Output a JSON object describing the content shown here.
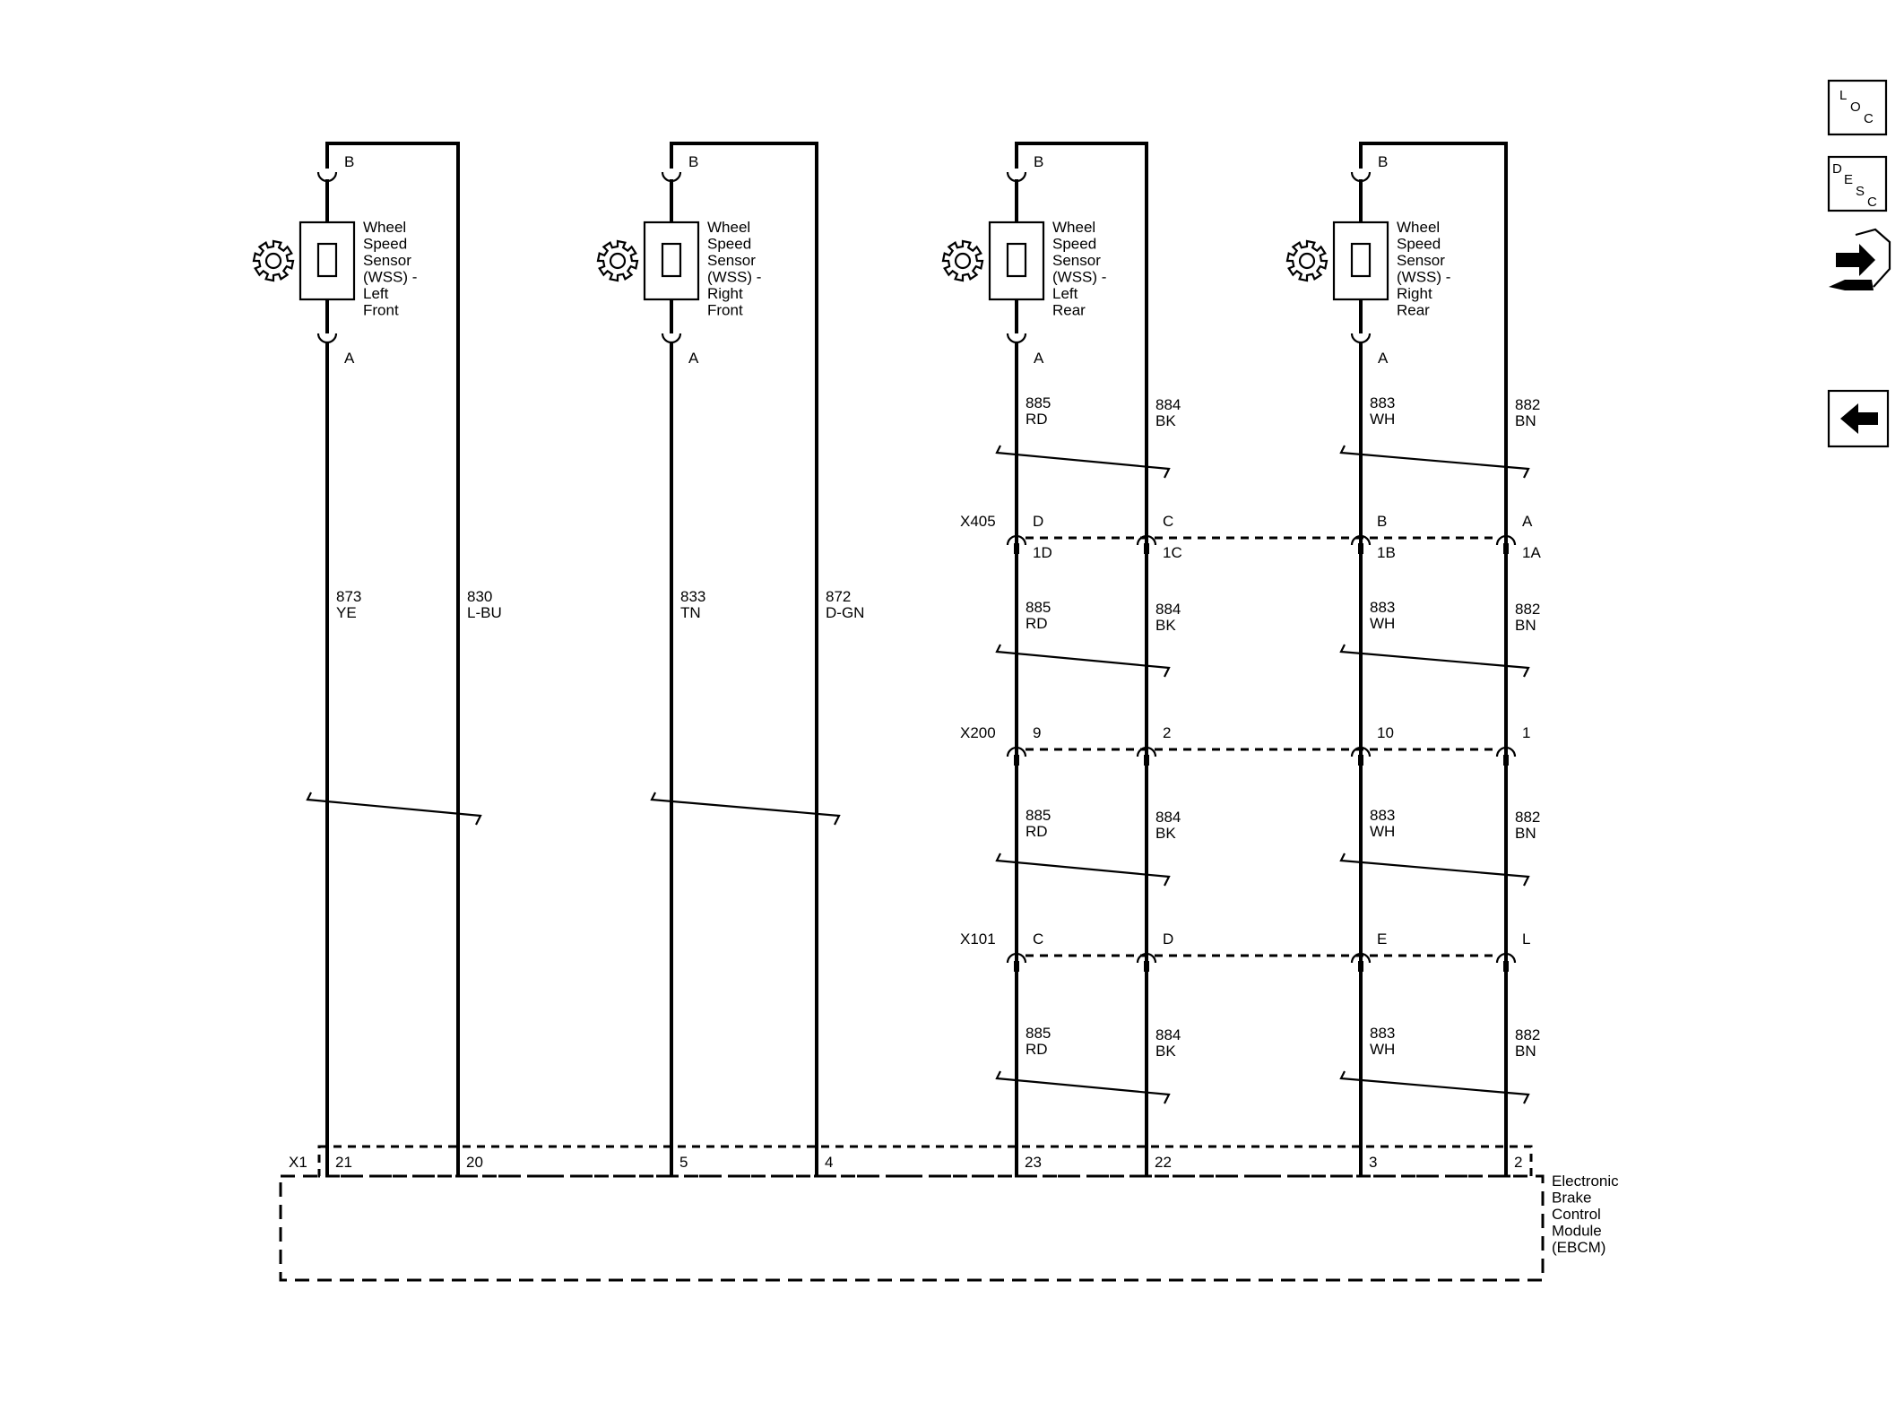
{
  "sensors": [
    {
      "name": [
        "Wheel",
        "Speed",
        "Sensor",
        "(WSS) -",
        "Left",
        "Front"
      ],
      "pin_top": "B",
      "pin_bottom": "A",
      "wire_left": {
        "circuit": "873",
        "color": "YE"
      },
      "wire_right": {
        "circuit": "830",
        "color": "L-BU"
      },
      "module_pins": [
        "21",
        "20"
      ]
    },
    {
      "name": [
        "Wheel",
        "Speed",
        "Sensor",
        "(WSS) -",
        "Right",
        "Front"
      ],
      "pin_top": "B",
      "pin_bottom": "A",
      "wire_left": {
        "circuit": "833",
        "color": "TN"
      },
      "wire_right": {
        "circuit": "872",
        "color": "D-GN"
      },
      "module_pins": [
        "5",
        "4"
      ]
    },
    {
      "name": [
        "Wheel",
        "Speed",
        "Sensor",
        "(WSS) -",
        "Left",
        "Rear"
      ],
      "pin_top": "B",
      "pin_bottom": "A",
      "wire_left": {
        "circuit": "885",
        "color": "RD"
      },
      "wire_right": {
        "circuit": "884",
        "color": "BK"
      },
      "module_pins": [
        "23",
        "22"
      ]
    },
    {
      "name": [
        "Wheel",
        "Speed",
        "Sensor",
        "(WSS) -",
        "Right",
        "Rear"
      ],
      "pin_top": "B",
      "pin_bottom": "A",
      "wire_left": {
        "circuit": "883",
        "color": "WH"
      },
      "wire_right": {
        "circuit": "882",
        "color": "BN"
      },
      "module_pins": [
        "3",
        "2"
      ]
    }
  ],
  "connectors": [
    {
      "id": "X405",
      "pins_top": [
        "D",
        "C",
        "B",
        "A"
      ],
      "pins_bottom": [
        "1D",
        "1C",
        "1B",
        "1A"
      ]
    },
    {
      "id": "X200",
      "pins_top": [
        "9",
        "2",
        "10",
        "1"
      ]
    },
    {
      "id": "X101",
      "pins_top": [
        "C",
        "D",
        "E",
        "L"
      ]
    }
  ],
  "module": {
    "connector": "X1",
    "name": [
      "Electronic",
      "Brake",
      "Control",
      "Module",
      "(EBCM)"
    ]
  },
  "nav": {
    "loc_icon": "loc-icon",
    "desc_icon": "desc-icon",
    "component_icon": "connector-wrench-icon",
    "back_icon": "back-arrow-icon"
  }
}
